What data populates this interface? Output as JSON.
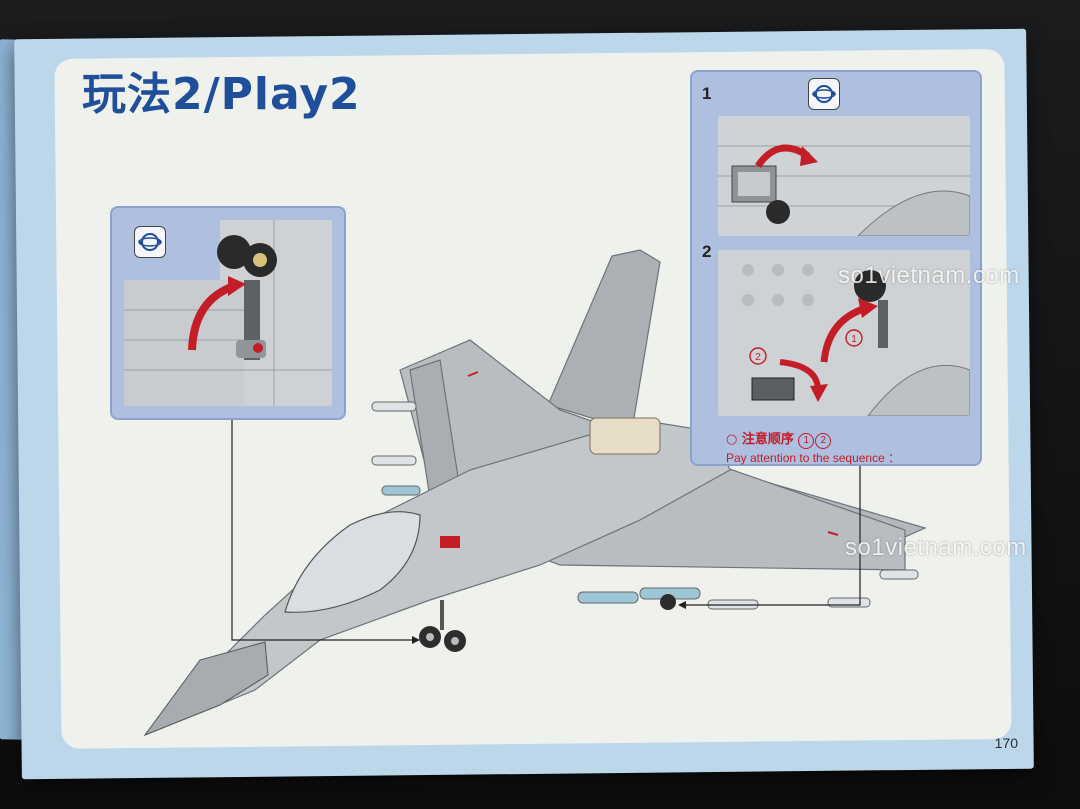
{
  "page": {
    "title": "玩法2/Play2",
    "page_number": "170"
  },
  "callout_left": {
    "icon": "rotate-view-icon"
  },
  "callout_right": {
    "icon": "rotate-view-icon",
    "step1_label": "1",
    "step2_label": "2",
    "marker1": "1",
    "marker2": "2",
    "notice_cn": "注意顺序",
    "notice_en": "Pay attention to the sequence ："
  },
  "watermarks": [
    "so1vietnam.com",
    "so1vietnam.com"
  ],
  "colors": {
    "title_blue": "#1f4e9a",
    "accent_red": "#c31d25",
    "callout_bg": "#aebfe0",
    "page_border": "#bcd7ea"
  }
}
